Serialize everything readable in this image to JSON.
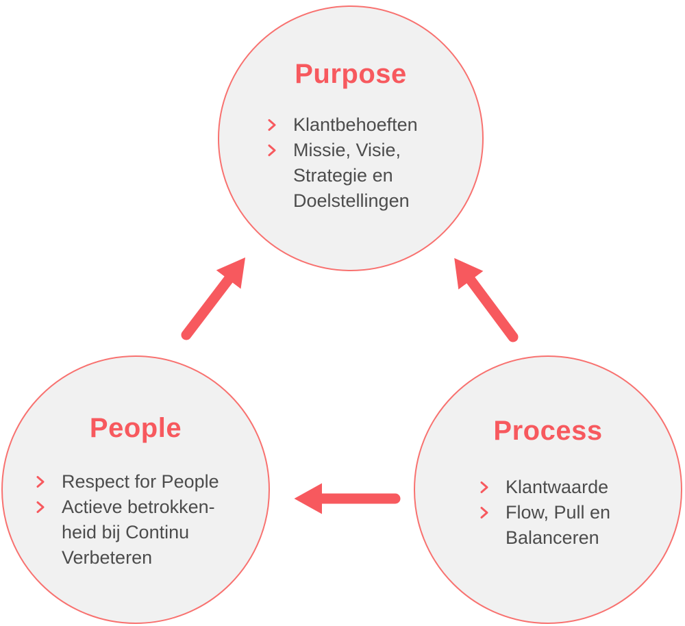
{
  "colors": {
    "accent": "#F7595E",
    "circle_fill": "#F1F1F1",
    "circle_border": "#F8716F",
    "body_text": "#4C4C4C",
    "background": "#FFFFFF"
  },
  "nodes": [
    {
      "id": "purpose",
      "title": "Purpose",
      "items": [
        "Klantbehoeften",
        "Missie, Visie,\nStrategie en\nDoelstellingen"
      ]
    },
    {
      "id": "people",
      "title": "People",
      "items": [
        "Respect for People",
        "Actieve betrokken-\nheid bij Continu\nVerbeteren"
      ]
    },
    {
      "id": "process",
      "title": "Process",
      "items": [
        "Klantwaarde",
        "Flow, Pull en\nBalanceren"
      ]
    }
  ],
  "arrows": [
    {
      "name": "people-to-purpose",
      "from": "people",
      "to": "purpose"
    },
    {
      "name": "process-to-purpose",
      "from": "process",
      "to": "purpose"
    },
    {
      "name": "process-to-people",
      "from": "process",
      "to": "people"
    }
  ]
}
